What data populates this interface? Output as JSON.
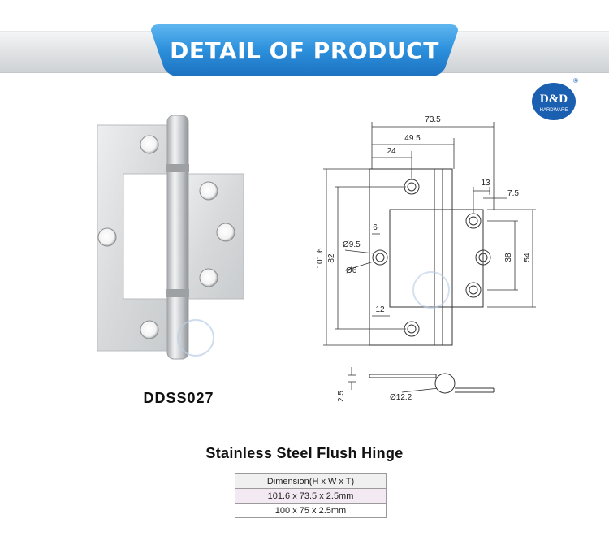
{
  "banner": {
    "title": "DETAIL OF PRODUCT"
  },
  "logo": {
    "mark": "D&D",
    "sub": "HARDWARE",
    "reg": "®"
  },
  "product": {
    "model": "DDSS027",
    "name": "Stainless Steel Flush Hinge"
  },
  "drawing": {
    "dim_73_5": "73.5",
    "dim_49_5": "49.5",
    "dim_24": "24",
    "dim_13": "13",
    "dim_7_5": "7.5",
    "dim_6": "6",
    "dim_hole_outer": "Ø9.5",
    "dim_hole_inner": "Ø6",
    "dim_101_6": "101.6",
    "dim_82": "82",
    "dim_38": "38",
    "dim_54": "54",
    "dim_12": "12",
    "dim_2_5": "2.5",
    "dim_knuckle": "Ø12.2"
  },
  "spec_table": {
    "header": "Dimension(H x W x T)",
    "rows": [
      "101.6 x 73.5 x 2.5mm",
      "100 x 75 x 2.5mm"
    ]
  },
  "colors": {
    "banner_blue": "#2b8fdc",
    "logo_blue": "#1b5fb0",
    "steel": "#d9dbdd"
  }
}
